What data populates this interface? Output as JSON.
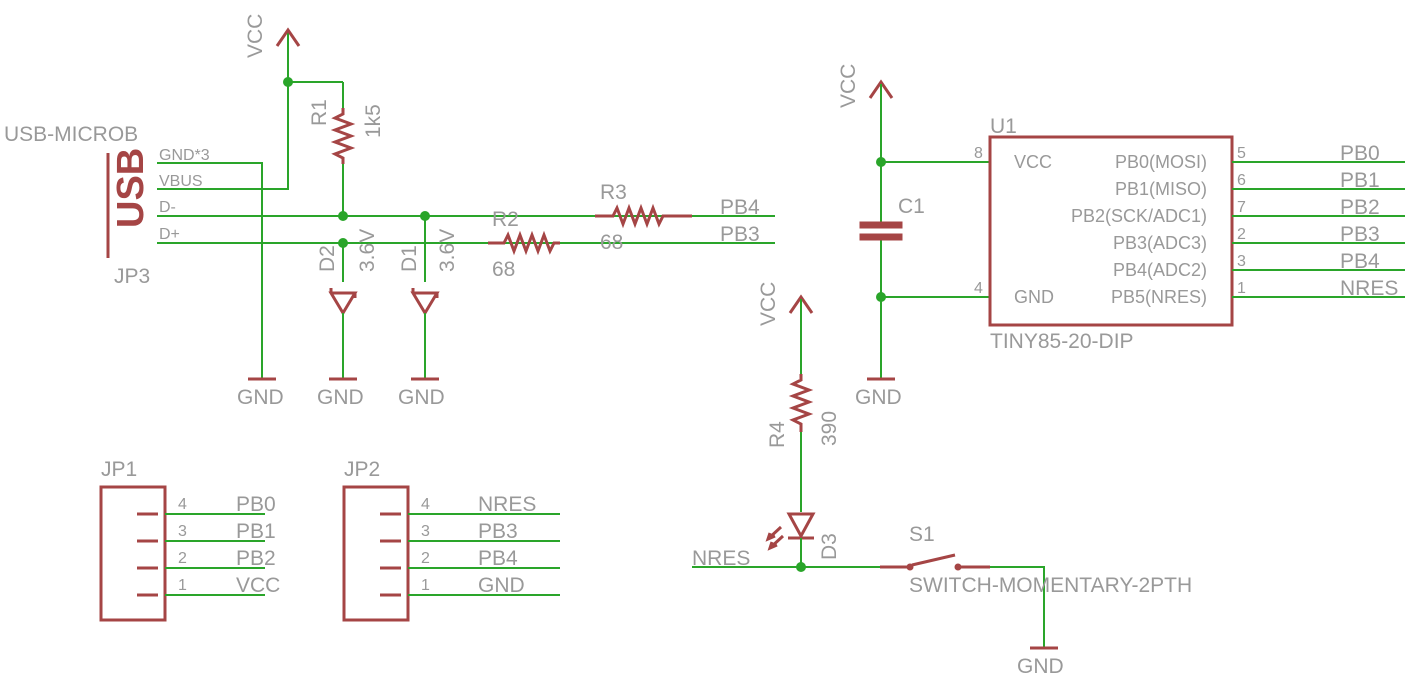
{
  "usb": {
    "name": "USB-MICROB",
    "ref": "JP3",
    "logo": "USB",
    "pins": [
      "GND*3",
      "VBUS",
      "D-",
      "D+"
    ]
  },
  "r1": {
    "ref": "R1",
    "value": "1k5"
  },
  "r2": {
    "ref": "R2",
    "value": "68"
  },
  "r3": {
    "ref": "R3",
    "value": "68"
  },
  "r4": {
    "ref": "R4",
    "value": "390"
  },
  "d1": {
    "ref": "D1",
    "value": "3.6V"
  },
  "d2": {
    "ref": "D2",
    "value": "3.6V"
  },
  "d3": {
    "ref": "D3"
  },
  "c1": {
    "ref": "C1"
  },
  "s1": {
    "ref": "S1",
    "value": "SWITCH-MOMENTARY-2PTH"
  },
  "u1": {
    "ref": "U1",
    "value": "TINY85-20-DIP",
    "left_pins": [
      {
        "num": "8",
        "name": "VCC"
      },
      {
        "num": "4",
        "name": "GND"
      }
    ],
    "right_pins": [
      {
        "num": "5",
        "name": "PB0(MOSI)",
        "net": "PB0"
      },
      {
        "num": "6",
        "name": "PB1(MISO)",
        "net": "PB1"
      },
      {
        "num": "7",
        "name": "PB2(SCK/ADC1)",
        "net": "PB2"
      },
      {
        "num": "2",
        "name": "PB3(ADC3)",
        "net": "PB3"
      },
      {
        "num": "3",
        "name": "PB4(ADC2)",
        "net": "PB4"
      },
      {
        "num": "1",
        "name": "PB5(NRES)",
        "net": "NRES"
      }
    ]
  },
  "jp1": {
    "ref": "JP1",
    "pins": [
      {
        "num": "4",
        "net": "PB0"
      },
      {
        "num": "3",
        "net": "PB1"
      },
      {
        "num": "2",
        "net": "PB2"
      },
      {
        "num": "1",
        "net": "VCC"
      }
    ]
  },
  "jp2": {
    "ref": "JP2",
    "pins": [
      {
        "num": "4",
        "net": "NRES"
      },
      {
        "num": "3",
        "net": "PB3"
      },
      {
        "num": "2",
        "net": "PB4"
      },
      {
        "num": "1",
        "net": "GND"
      }
    ]
  },
  "nets": {
    "vcc": "VCC",
    "gnd": "GND",
    "pb4": "PB4",
    "pb3": "PB3",
    "nres": "NRES"
  },
  "colors": {
    "wire": "#2aa52a",
    "part": "#a54545",
    "text": "#999999"
  }
}
